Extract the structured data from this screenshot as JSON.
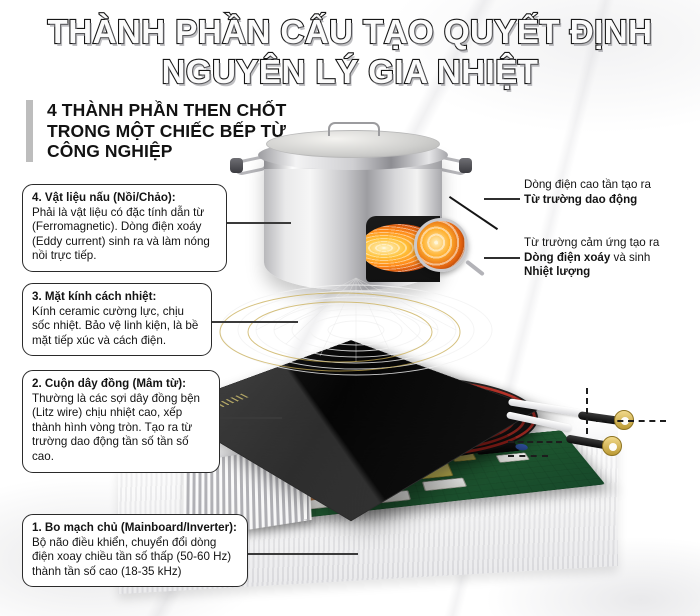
{
  "title": {
    "line1": "THÀNH PHẦN CẤU TẠO QUYẾT ĐỊNH",
    "line2": "NGUYÊN LÝ GIA NHIỆT"
  },
  "subtitle": "4 THÀNH PHẦN THEN CHỐT TRONG MỘT CHIẾC BẾP TỪ CÔNG NGHIỆP",
  "callouts": [
    {
      "id": "4",
      "heading": "4. Vật liệu nấu (Nồi/Chảo):",
      "body": "Phải là vật liệu có đặc tính dẫn từ (Ferromagnetic). Dòng điện xoáy (Eddy current) sinh ra và làm nóng nồi trực tiếp."
    },
    {
      "id": "3",
      "heading": "3. Mặt kính cách nhiệt:",
      "body": "Kính ceramic cường lực, chịu sốc nhiệt. Bảo vệ linh kiện, là bề mặt tiếp xúc và cách điện."
    },
    {
      "id": "2",
      "heading": "2. Cuộn dây đồng (Mâm từ):",
      "body": "Thường là các sợi dây đồng bện (Litz wire) chịu nhiệt cao, xếp thành hình vòng tròn. Tạo ra từ trường dao động tần số tần số cao."
    },
    {
      "id": "1",
      "heading": "1. Bo mạch chủ (Mainboard/Inverter):",
      "body": "Bộ não điều khiển, chuyển đổi dòng điện xoay chiều tần số thấp (50-60 Hz) thành tần số cao (18-35 kHz)"
    }
  ],
  "notes": [
    {
      "id": "note-a",
      "line1_plain": "Dòng điện cao tần tạo ra",
      "line2_bold": "Từ trường dao động"
    },
    {
      "id": "note-b",
      "line1_plain": "Từ trường cảm ứng tạo ra",
      "line2_bold": "Dòng điện xoáy",
      "line2_tail": " và sinh",
      "line3_bold": "Nhiệt lượng"
    }
  ],
  "colors": {
    "accent_bar": "#bdbdbd",
    "box_border": "#2a2a2a",
    "coil_red": "#d63b2f",
    "glow_orange": "#ff8c1a",
    "pcb_green": "#1f5a30",
    "glass_black": "#0b0b0b"
  },
  "parts": {
    "pot": "stainless-stockpot",
    "glass": "ceramic-glass-plate",
    "coil": "copper-litz-coil",
    "board": "mainboard-inverter-pcb",
    "heatsink": "aluminum-heatsink",
    "cables": "power-cables-ring-terminals",
    "foam": "foam-packing-base"
  }
}
